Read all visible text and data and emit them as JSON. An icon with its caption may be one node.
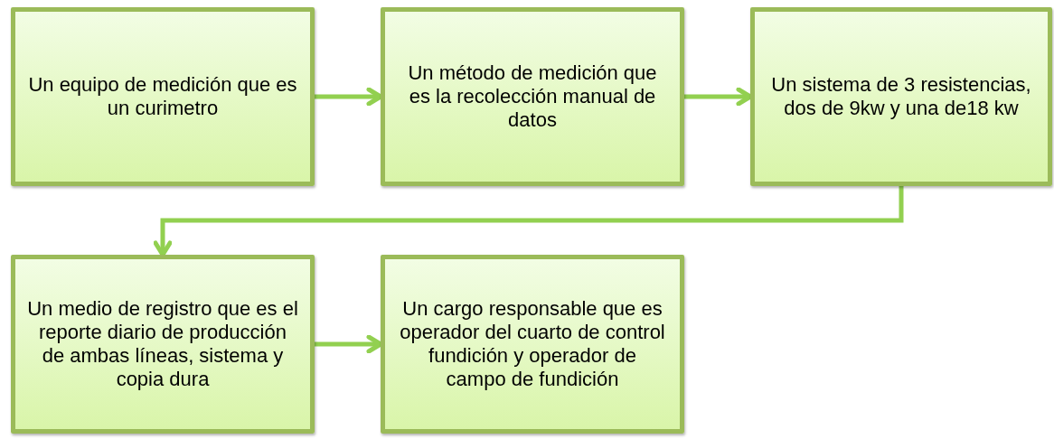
{
  "diagram": {
    "nodes": [
      {
        "text": [
          "Un equipo de medición que es un curimetro"
        ]
      },
      {
        "text": [
          "Un método de medición que es la recolección manual de datos"
        ]
      },
      {
        "text": [
          "Un sistema de 3 resistencias, dos de 9kw y una de18 kw"
        ]
      },
      {
        "text": [
          "Un medio de registro que es el reporte diario de producción de ambas líneas, sistema y copia dura"
        ]
      },
      {
        "text": [
          "Un cargo responsable que es operador del cuarto de control fundición y operador de campo de fundición"
        ]
      }
    ],
    "edges": [
      {
        "from": 0,
        "to": 1,
        "arrow": "to"
      },
      {
        "from": 1,
        "to": 2,
        "arrow": "to"
      },
      {
        "from": 2,
        "to": 3,
        "arrow": "to"
      },
      {
        "from": 3,
        "to": 4,
        "arrow": "to"
      }
    ]
  }
}
